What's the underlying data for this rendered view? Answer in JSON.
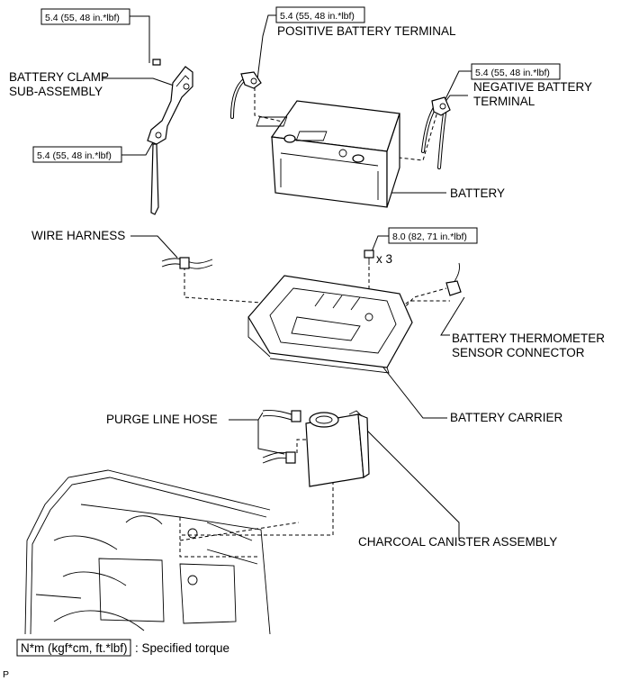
{
  "torque": {
    "clamp_top": "5.4 (55, 48 in.*lbf)",
    "positive": "5.4 (55, 48 in.*lbf)",
    "negative": "5.4 (55, 48 in.*lbf)",
    "clamp_bottom": "5.4 (55, 48 in.*lbf)",
    "carrier": "8.0 (82, 71 in.*lbf)"
  },
  "labels": {
    "positive_terminal": "POSITIVE BATTERY TERMINAL",
    "battery_clamp_1": "BATTERY CLAMP",
    "battery_clamp_2": "SUB-ASSEMBLY",
    "negative_terminal_1": "NEGATIVE BATTERY",
    "negative_terminal_2": "TERMINAL",
    "battery": "BATTERY",
    "wire_harness": "WIRE HARNESS",
    "bolt_count": "x 3",
    "thermometer_1": "BATTERY THERMOMETER",
    "thermometer_2": "SENSOR CONNECTOR",
    "battery_carrier": "BATTERY CARRIER",
    "purge_line_hose": "PURGE LINE HOSE",
    "charcoal_canister": "CHARCOAL CANISTER ASSEMBLY"
  },
  "legend": {
    "box_text": "N*m (kgf*cm, ft.*lbf)",
    "description": ": Specified torque"
  },
  "corner_code": "P"
}
